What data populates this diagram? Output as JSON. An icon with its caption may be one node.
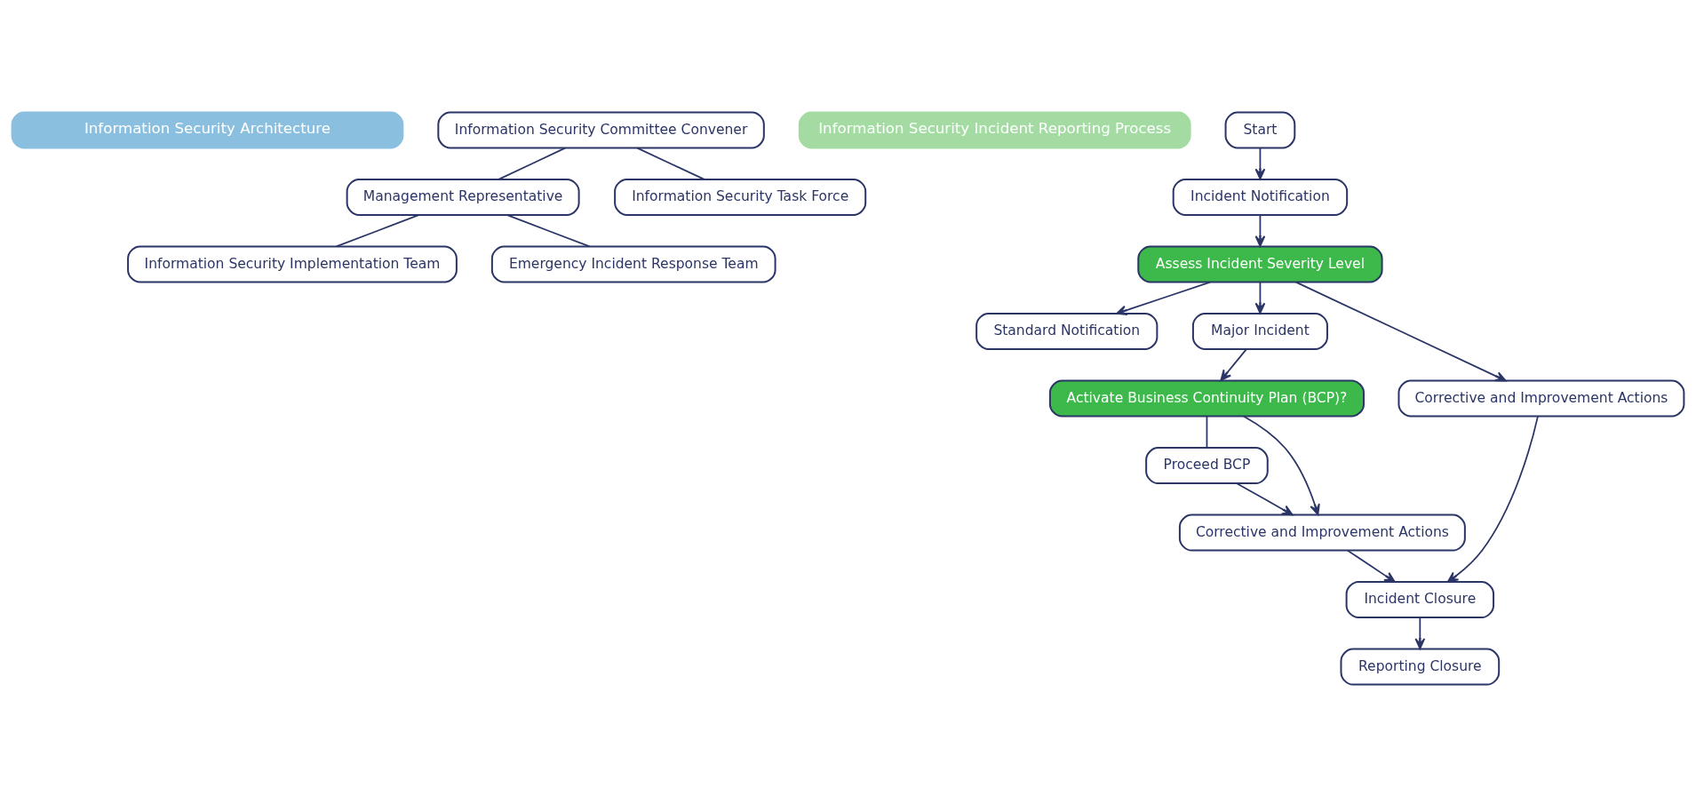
{
  "diagram": {
    "nodes": [
      {
        "text": [
          "Information Security Architecture"
        ]
      },
      {
        "text": [
          "Information Security Committee Convener"
        ]
      },
      {
        "text": [
          "Management Representative"
        ]
      },
      {
        "text": [
          "Information Security Task Force"
        ]
      },
      {
        "text": [
          "Information Security Implementation Team"
        ]
      },
      {
        "text": [
          "Emergency Incident Response Team"
        ]
      },
      {
        "text": [
          "Information Security Incident Reporting Process"
        ]
      },
      {
        "text": [
          "Start"
        ]
      },
      {
        "text": [
          "Incident Notification"
        ]
      },
      {
        "text": [
          "Assess Incident Severity Level"
        ]
      },
      {
        "text": [
          "Standard Notification"
        ]
      },
      {
        "text": [
          "Major Incident"
        ]
      },
      {
        "text": [
          "Activate Business Continuity Plan (BCP)?"
        ]
      },
      {
        "text": [
          "Proceed BCP"
        ]
      },
      {
        "text": [
          "Corrective and Improvement Actions"
        ]
      },
      {
        "text": [
          "Corrective and Improvement Actions"
        ]
      },
      {
        "text": [
          "Incident Closure"
        ]
      },
      {
        "text": [
          "Reporting Closure"
        ]
      }
    ],
    "edges": [
      {
        "from": 1,
        "to": 2,
        "arrow": "none"
      },
      {
        "from": 1,
        "to": 3,
        "arrow": "none"
      },
      {
        "from": 2,
        "to": 4,
        "arrow": "none"
      },
      {
        "from": 2,
        "to": 5,
        "arrow": "none"
      },
      {
        "from": 7,
        "to": 8,
        "arrow": "to"
      },
      {
        "from": 8,
        "to": 9,
        "arrow": "to"
      },
      {
        "from": 9,
        "to": 10,
        "arrow": "to"
      },
      {
        "from": 9,
        "to": 11,
        "arrow": "to"
      },
      {
        "from": 9,
        "to": 15,
        "arrow": "to"
      },
      {
        "from": 11,
        "to": 12,
        "arrow": "to"
      },
      {
        "from": 12,
        "to": 14,
        "arrow": "to"
      },
      {
        "from": 12,
        "to": 13,
        "arrow": "none"
      },
      {
        "from": 13,
        "to": 14,
        "arrow": "to"
      },
      {
        "from": 14,
        "to": 16,
        "arrow": "to"
      },
      {
        "from": 15,
        "to": 16,
        "arrow": "to"
      },
      {
        "from": 16,
        "to": 17,
        "arrow": "to"
      }
    ]
  }
}
